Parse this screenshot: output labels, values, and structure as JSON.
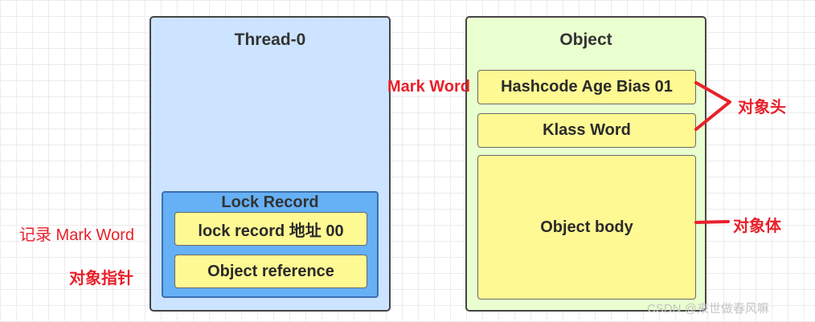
{
  "thread": {
    "title": "Thread-0",
    "lock_record": {
      "title": "Lock Record",
      "address_cell": "lock  record 地址 00",
      "reference_cell": "Object reference"
    }
  },
  "object": {
    "title": "Object",
    "mark_word_cell": "Hashcode Age Bias 01",
    "klass_word_cell": "Klass Word",
    "body_cell": "Object body"
  },
  "annotations": {
    "mark_word": "Mark Word",
    "object_header": "对象头",
    "object_body": "对象体",
    "record_mark_word": "记录 Mark Word",
    "object_pointer": "对象指针"
  },
  "watermark": "CSDN @来世做春风嘛",
  "colors": {
    "annotation_red": "#e8202a",
    "thread_bg": "#cce4ff",
    "object_bg": "#e9ffcf",
    "lock_record_bg": "#66b0f5",
    "cell_bg": "#fff993"
  }
}
